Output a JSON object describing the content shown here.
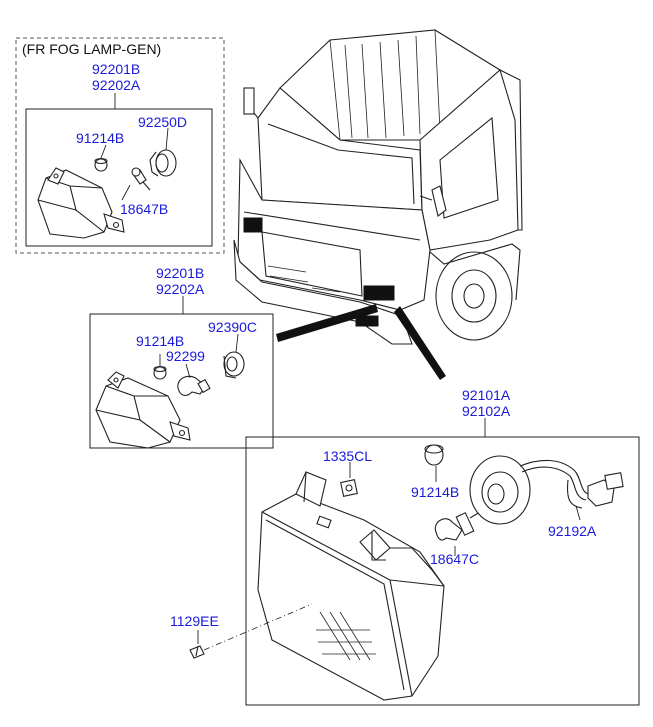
{
  "diagram": {
    "section_title": "(FR FOG LAMP-GEN)",
    "labels": {
      "fog_assy_1": "92201B",
      "fog_assy_2": "92202A",
      "fog_bulb_socket_top": "92250D",
      "fog_cap_top": "91214B",
      "fog_bulb_top": "18647B",
      "fog2_assy_1": "92201B",
      "fog2_assy_2": "92202A",
      "fog2_socket": "92390C",
      "fog2_cap": "91214B",
      "fog2_bulb": "92299",
      "head_assy_1": "92101A",
      "head_assy_2": "92102A",
      "head_clip": "1335CL",
      "head_cap": "91214B",
      "head_bulb": "18647C",
      "head_wiring": "92192A",
      "head_screw": "1129EE"
    },
    "colors": {
      "label_blue": "#1a1adb",
      "line": "#222222"
    }
  }
}
